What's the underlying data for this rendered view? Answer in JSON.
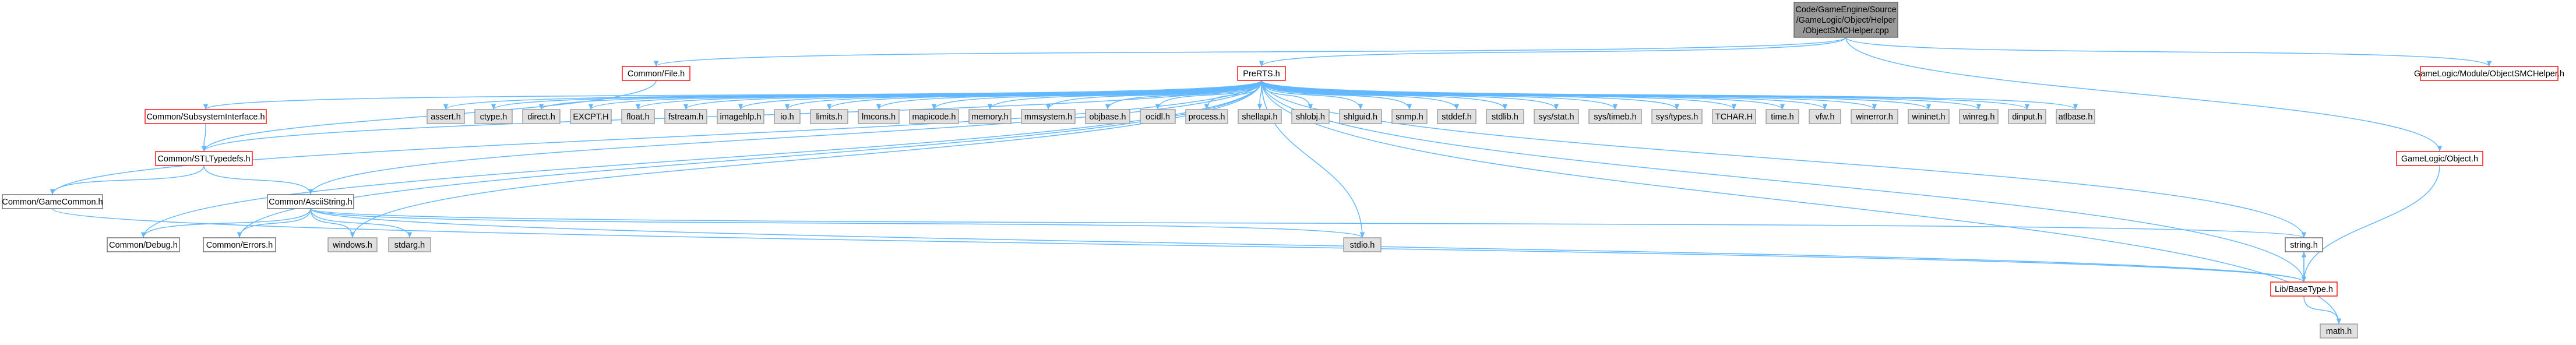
{
  "graph": {
    "type": "include-dependency-graph",
    "colors": {
      "edge": "#63b8ff",
      "undocumented_border": "#ff0000",
      "system_header_fill": "#e0e0e0",
      "root_fill": "#999999"
    },
    "nodes": [
      {
        "id": "root",
        "style": "root",
        "lines": [
          "Code/GameEngine/Source",
          "/GameLogic/Object/Helper",
          "/ObjectSMCHelper.cpp"
        ]
      },
      {
        "id": "common-file",
        "style": "red",
        "lines": [
          "Common/File.h"
        ]
      },
      {
        "id": "prerts",
        "style": "red",
        "lines": [
          "PreRTS.h"
        ]
      },
      {
        "id": "smchelper-h",
        "style": "red",
        "lines": [
          "GameLogic/Module/ObjectSMCHelper.h"
        ]
      },
      {
        "id": "gamelogic-object",
        "style": "red",
        "lines": [
          "GameLogic/Object.h"
        ]
      },
      {
        "id": "subsystem",
        "style": "red",
        "lines": [
          "Common/SubsystemInterface.h"
        ]
      },
      {
        "id": "stltypedefs",
        "style": "red",
        "lines": [
          "Common/STLTypedefs.h"
        ]
      },
      {
        "id": "gamecommon",
        "style": "plain",
        "lines": [
          "Common/GameCommon.h"
        ]
      },
      {
        "id": "asciistring",
        "style": "plain",
        "lines": [
          "Common/AsciiString.h"
        ]
      },
      {
        "id": "debug",
        "style": "plain",
        "lines": [
          "Common/Debug.h"
        ]
      },
      {
        "id": "errors",
        "style": "plain",
        "lines": [
          "Common/Errors.h"
        ]
      },
      {
        "id": "windows",
        "style": "gray",
        "lines": [
          "windows.h"
        ]
      },
      {
        "id": "stdarg",
        "style": "gray",
        "lines": [
          "stdarg.h"
        ]
      },
      {
        "id": "stdio",
        "style": "gray",
        "lines": [
          "stdio.h"
        ]
      },
      {
        "id": "string",
        "style": "plain",
        "lines": [
          "string.h"
        ]
      },
      {
        "id": "basetype",
        "style": "red",
        "lines": [
          "Lib/BaseType.h"
        ]
      },
      {
        "id": "math",
        "style": "gray",
        "lines": [
          "math.h"
        ]
      },
      {
        "id": "assert",
        "style": "gray",
        "lines": [
          "assert.h"
        ]
      },
      {
        "id": "ctype",
        "style": "gray",
        "lines": [
          "ctype.h"
        ]
      },
      {
        "id": "direct",
        "style": "gray",
        "lines": [
          "direct.h"
        ]
      },
      {
        "id": "excpt",
        "style": "gray",
        "lines": [
          "EXCPT.H"
        ]
      },
      {
        "id": "float",
        "style": "gray",
        "lines": [
          "float.h"
        ]
      },
      {
        "id": "fstream",
        "style": "gray",
        "lines": [
          "fstream.h"
        ]
      },
      {
        "id": "imagehlp",
        "style": "gray",
        "lines": [
          "imagehlp.h"
        ]
      },
      {
        "id": "io",
        "style": "gray",
        "lines": [
          "io.h"
        ]
      },
      {
        "id": "limits",
        "style": "gray",
        "lines": [
          "limits.h"
        ]
      },
      {
        "id": "lmcons",
        "style": "gray",
        "lines": [
          "lmcons.h"
        ]
      },
      {
        "id": "mapicode",
        "style": "gray",
        "lines": [
          "mapicode.h"
        ]
      },
      {
        "id": "memory",
        "style": "gray",
        "lines": [
          "memory.h"
        ]
      },
      {
        "id": "mmsystem",
        "style": "gray",
        "lines": [
          "mmsystem.h"
        ]
      },
      {
        "id": "objbase",
        "style": "gray",
        "lines": [
          "objbase.h"
        ]
      },
      {
        "id": "ocidl",
        "style": "gray",
        "lines": [
          "ocidl.h"
        ]
      },
      {
        "id": "process",
        "style": "gray",
        "lines": [
          "process.h"
        ]
      },
      {
        "id": "shellapi",
        "style": "gray",
        "lines": [
          "shellapi.h"
        ]
      },
      {
        "id": "shlobj",
        "style": "gray",
        "lines": [
          "shlobj.h"
        ]
      },
      {
        "id": "shlguid",
        "style": "gray",
        "lines": [
          "shlguid.h"
        ]
      },
      {
        "id": "snmp",
        "style": "gray",
        "lines": [
          "snmp.h"
        ]
      },
      {
        "id": "stddef",
        "style": "gray",
        "lines": [
          "stddef.h"
        ]
      },
      {
        "id": "stdlib",
        "style": "gray",
        "lines": [
          "stdlib.h"
        ]
      },
      {
        "id": "sysstat",
        "style": "gray",
        "lines": [
          "sys/stat.h"
        ]
      },
      {
        "id": "systimeb",
        "style": "gray",
        "lines": [
          "sys/timeb.h"
        ]
      },
      {
        "id": "systypes",
        "style": "gray",
        "lines": [
          "sys/types.h"
        ]
      },
      {
        "id": "tchar",
        "style": "gray",
        "lines": [
          "TCHAR.H"
        ]
      },
      {
        "id": "time",
        "style": "gray",
        "lines": [
          "time.h"
        ]
      },
      {
        "id": "vfw",
        "style": "gray",
        "lines": [
          "vfw.h"
        ]
      },
      {
        "id": "winerror",
        "style": "gray",
        "lines": [
          "winerror.h"
        ]
      },
      {
        "id": "wininet",
        "style": "gray",
        "lines": [
          "wininet.h"
        ]
      },
      {
        "id": "winreg",
        "style": "gray",
        "lines": [
          "winreg.h"
        ]
      },
      {
        "id": "dinput",
        "style": "gray",
        "lines": [
          "dinput.h"
        ]
      },
      {
        "id": "atlbase",
        "style": "gray",
        "lines": [
          "atlbase.h"
        ]
      }
    ],
    "edges": [
      [
        "root",
        "common-file"
      ],
      [
        "root",
        "prerts"
      ],
      [
        "root",
        "smchelper-h"
      ],
      [
        "root",
        "gamelogic-object"
      ],
      [
        "common-file",
        "stltypedefs"
      ],
      [
        "prerts",
        "subsystem"
      ],
      [
        "prerts",
        "stltypedefs"
      ],
      [
        "prerts",
        "gamecommon"
      ],
      [
        "prerts",
        "asciistring"
      ],
      [
        "prerts",
        "debug"
      ],
      [
        "prerts",
        "errors"
      ],
      [
        "prerts",
        "windows"
      ],
      [
        "prerts",
        "stdio"
      ],
      [
        "prerts",
        "string"
      ],
      [
        "prerts",
        "basetype"
      ],
      [
        "prerts",
        "math"
      ],
      [
        "prerts",
        "assert"
      ],
      [
        "prerts",
        "ctype"
      ],
      [
        "prerts",
        "direct"
      ],
      [
        "prerts",
        "excpt"
      ],
      [
        "prerts",
        "float"
      ],
      [
        "prerts",
        "fstream"
      ],
      [
        "prerts",
        "imagehlp"
      ],
      [
        "prerts",
        "io"
      ],
      [
        "prerts",
        "limits"
      ],
      [
        "prerts",
        "lmcons"
      ],
      [
        "prerts",
        "mapicode"
      ],
      [
        "prerts",
        "memory"
      ],
      [
        "prerts",
        "mmsystem"
      ],
      [
        "prerts",
        "objbase"
      ],
      [
        "prerts",
        "ocidl"
      ],
      [
        "prerts",
        "process"
      ],
      [
        "prerts",
        "shellapi"
      ],
      [
        "prerts",
        "shlobj"
      ],
      [
        "prerts",
        "shlguid"
      ],
      [
        "prerts",
        "snmp"
      ],
      [
        "prerts",
        "stddef"
      ],
      [
        "prerts",
        "stdlib"
      ],
      [
        "prerts",
        "sysstat"
      ],
      [
        "prerts",
        "systimeb"
      ],
      [
        "prerts",
        "systypes"
      ],
      [
        "prerts",
        "tchar"
      ],
      [
        "prerts",
        "time"
      ],
      [
        "prerts",
        "vfw"
      ],
      [
        "prerts",
        "winerror"
      ],
      [
        "prerts",
        "wininet"
      ],
      [
        "prerts",
        "winreg"
      ],
      [
        "prerts",
        "dinput"
      ],
      [
        "prerts",
        "atlbase"
      ],
      [
        "subsystem",
        "stltypedefs"
      ],
      [
        "stltypedefs",
        "gamecommon"
      ],
      [
        "stltypedefs",
        "asciistring"
      ],
      [
        "gamecommon",
        "basetype"
      ],
      [
        "asciistring",
        "debug"
      ],
      [
        "asciistring",
        "errors"
      ],
      [
        "asciistring",
        "windows"
      ],
      [
        "asciistring",
        "stdarg"
      ],
      [
        "asciistring",
        "stdio"
      ],
      [
        "asciistring",
        "string"
      ],
      [
        "asciistring",
        "basetype"
      ],
      [
        "gamelogic-object",
        "basetype"
      ],
      [
        "string",
        "basetype"
      ],
      [
        "basetype",
        "string"
      ],
      [
        "basetype",
        "math"
      ]
    ]
  }
}
